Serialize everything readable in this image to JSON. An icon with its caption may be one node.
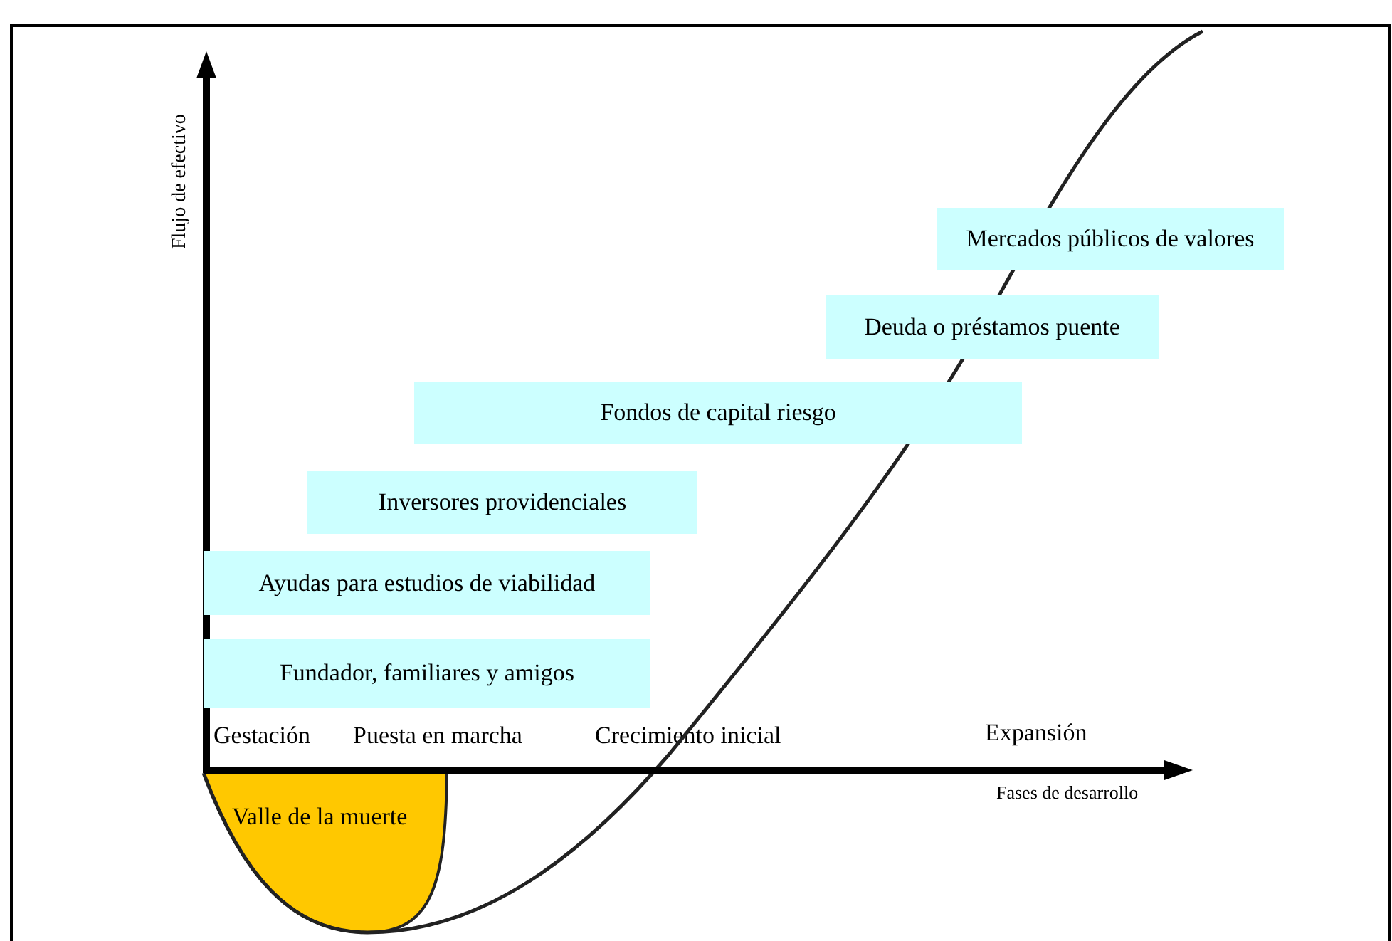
{
  "diagram": {
    "nodes": [
      {
        "text": [
          "Mercados públicos de valores"
        ]
      },
      {
        "text": [
          "Deuda o préstamos puente"
        ]
      },
      {
        "text": [
          "Fondos de capital riesgo"
        ]
      },
      {
        "text": [
          "Inversores providenciales"
        ]
      },
      {
        "text": [
          "Ayudas para estudios de viabilidad"
        ]
      },
      {
        "text": [
          "Fundador, familiares y amigos"
        ]
      },
      {
        "text": [
          "Valle de la muerte"
        ]
      }
    ],
    "labels": [
      "Flujo de efectivo",
      "Gestación",
      "Puesta en marcha",
      "Crecimiento inicial",
      "Expansión",
      "Fases de desarrollo"
    ]
  }
}
